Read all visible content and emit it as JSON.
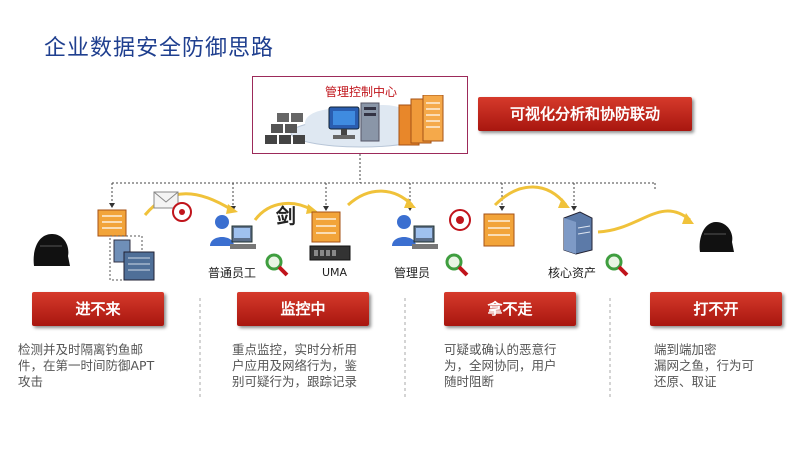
{
  "title": "企业数据安全防御思路",
  "center": {
    "label": "管理控制中心"
  },
  "top_banner": "可视化分析和协防联动",
  "labels": {
    "employee": "普通员工",
    "uma": "UMA",
    "admin": "管理员",
    "core_assets": "核心资产",
    "sword": "剑"
  },
  "stages": [
    {
      "title": "进不来",
      "desc": [
        "检测并及时隔离钓鱼邮",
        "件，在第一时间防御APT",
        "攻击"
      ]
    },
    {
      "title": "监控中",
      "desc": [
        "重点监控，实时分析用",
        "户应用及网络行为，鉴",
        "别可疑行为，跟踪记录"
      ]
    },
    {
      "title": "拿不走",
      "desc": [
        "可疑或确认的恶意行",
        "为，全网协同，用户",
        "随时阻断"
      ]
    },
    {
      "title": "打不开",
      "desc": [
        "端到端加密",
        "漏网之鱼，行为可",
        "还原、取证"
      ]
    }
  ],
  "colors": {
    "title": "#1f3f8f",
    "banner": "#b81d14",
    "accent": "#e8a420",
    "arrow": "#f0c23a"
  }
}
